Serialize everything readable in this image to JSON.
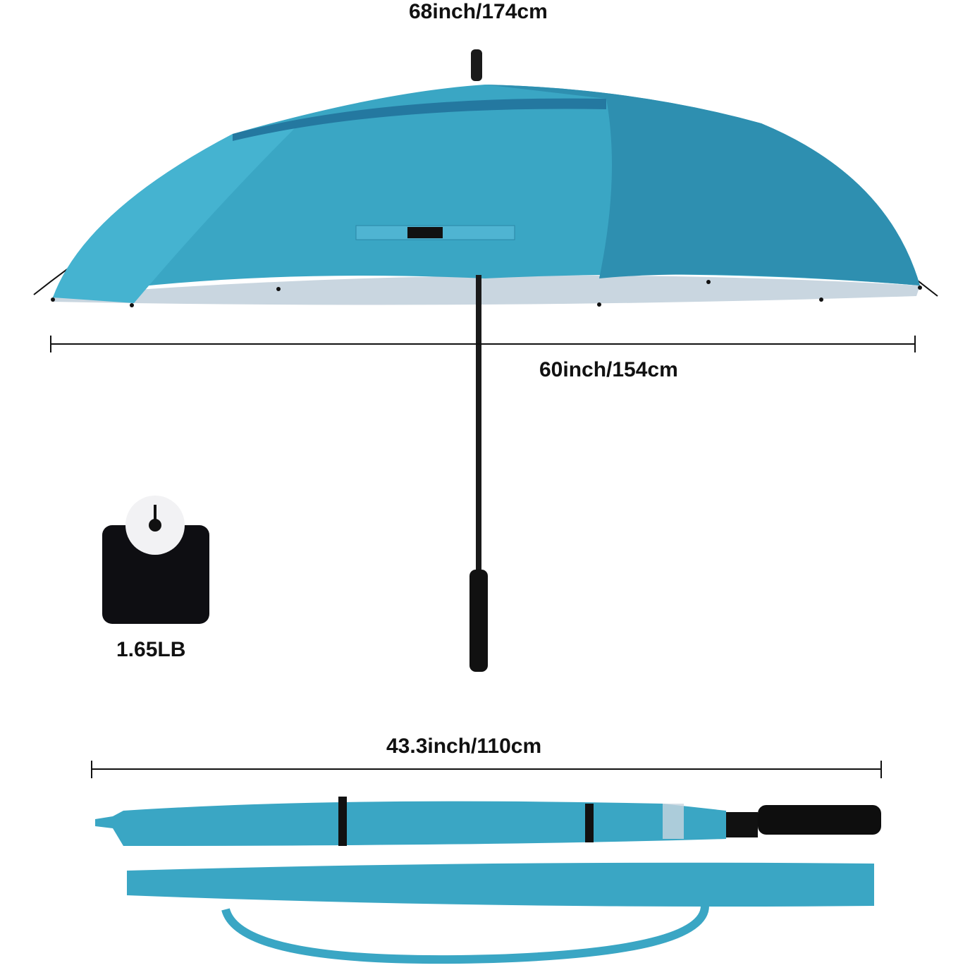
{
  "dimensions": {
    "arc_length": "68inch/174cm",
    "open_diameter": "60inch/154cm",
    "closed_length": "43.3inch/110cm",
    "weight": "1.65LB"
  },
  "colors": {
    "canopy": "#3aa6c4",
    "canopy_dark": "#2a86a6",
    "underside": "#c9d6e0",
    "shaft": "#1a1a1a",
    "measure_line": "#111111"
  },
  "icons": {
    "weight": "scale-weight-icon"
  }
}
